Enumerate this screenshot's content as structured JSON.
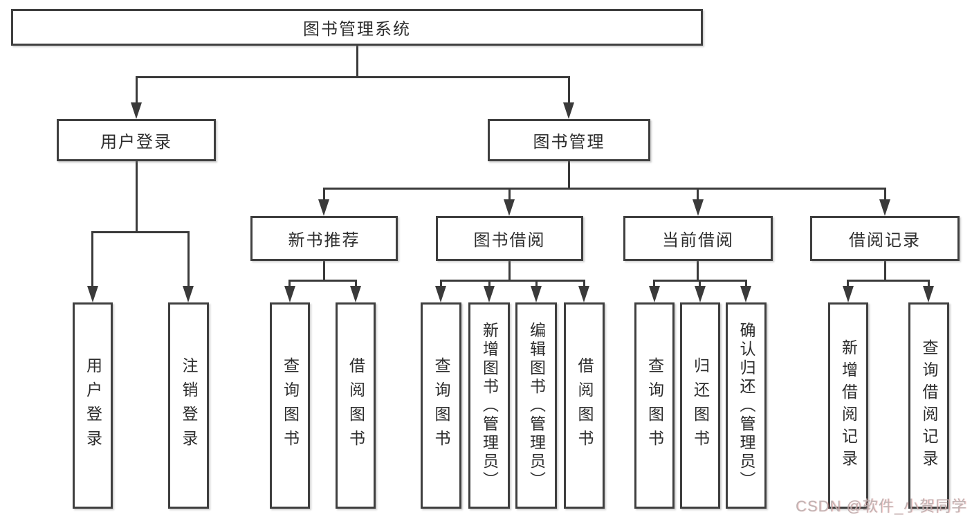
{
  "tree": {
    "root": {
      "label": "图书管理系统"
    },
    "level2": [
      {
        "label": "用户登录",
        "children": [
          {
            "label": "用户登录"
          },
          {
            "label": "注销登录"
          }
        ]
      },
      {
        "label": "图书管理",
        "children": [
          {
            "label": "新书推荐",
            "children": [
              {
                "label": "查询图书"
              },
              {
                "label": "借阅图书"
              }
            ]
          },
          {
            "label": "图书借阅",
            "children": [
              {
                "label": "查询图书"
              },
              {
                "label": "新增图书（管理员）"
              },
              {
                "label": "编辑图书（管理员）"
              },
              {
                "label": "借阅图书"
              }
            ]
          },
          {
            "label": "当前借阅",
            "children": [
              {
                "label": "查询图书"
              },
              {
                "label": "归还图书"
              },
              {
                "label": "确认归还（管理员）"
              }
            ]
          },
          {
            "label": "借阅记录",
            "children": [
              {
                "label": "新增借阅记录"
              },
              {
                "label": "查询借阅记录"
              }
            ]
          }
        ]
      }
    ]
  },
  "watermark": {
    "text": "CSDN @软件_小贺同学"
  },
  "colors": {
    "line": "#3a3a3a",
    "box_border": "#3f3f3f",
    "text": "#2d2d2d",
    "background": "#ffffff",
    "watermark": "#bbb0b0"
  }
}
